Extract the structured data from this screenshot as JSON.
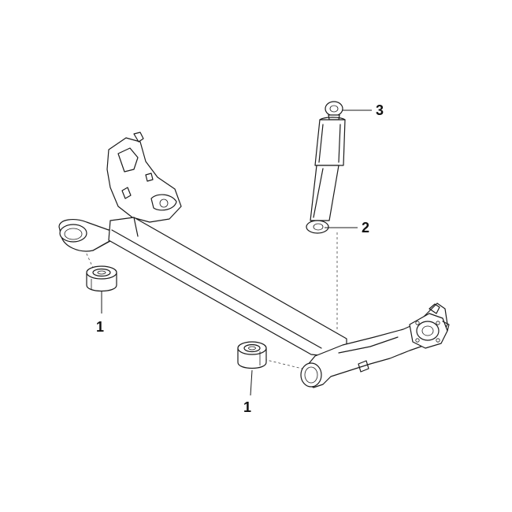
{
  "callouts": {
    "bushing_left": "1",
    "bushing_right": "1",
    "shock_lower": "2",
    "shock_upper": "3"
  }
}
